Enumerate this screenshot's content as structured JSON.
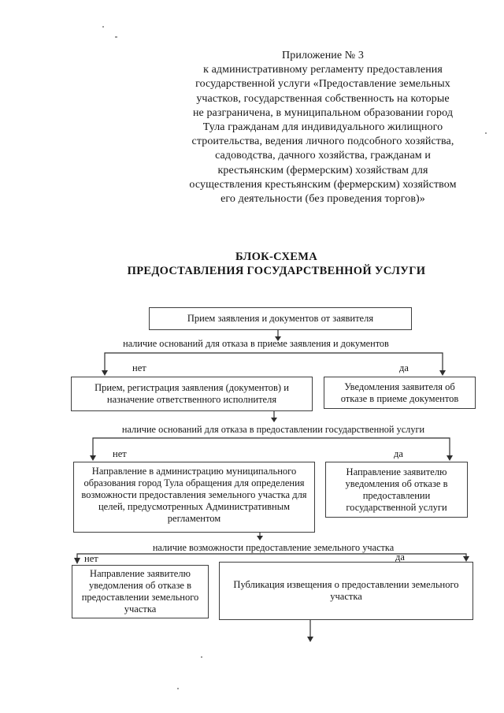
{
  "header": {
    "appendix_lines": [
      "Приложение № 3",
      "к административному регламенту предоставления",
      "государственной услуги «Предоставление земельных",
      "участков, государственная собственность на которые",
      "не разграничена, в муниципальном образовании город",
      "Тула гражданам для индивидуального жилищного",
      "строительства, ведения личного подсобного хозяйства,",
      "садоводства, дачного хозяйства, гражданам и",
      "крестьянским (фермерским) хозяйствам для",
      "осуществления крестьянским (фермерским) хозяйством",
      "его деятельности (без проведения торгов)»"
    ]
  },
  "title": {
    "line1": "БЛОК-СХЕМА",
    "line2": "ПРЕДОСТАВЛЕНИЯ ГОСУДАРСТВЕННОЙ УСЛУГИ"
  },
  "flow": {
    "labels": {
      "no": "нет",
      "yes": "да"
    },
    "decisions": {
      "d1": "наличие оснований для отказа в приеме заявления и документов",
      "d2": "наличие оснований для отказа в предоставлении государственной услуги",
      "d3": "наличие возможности предоставление земельного участка"
    },
    "boxes": {
      "start": "Прием заявления и документов от заявителя",
      "register": "Прием, регистрация заявления (документов) и назначение ответственного исполнителя",
      "refuse_docs": "Уведомления заявителя об отказе в приеме документов",
      "send_to_admin": "Направление в администрацию муниципального образования город Тула обращения для определения возможности предоставления земельного участка для целей, предусмотренных Административным регламентом",
      "refuse_service": "Направление заявителю уведомления об отказе в предоставлении государственной услуги",
      "refuse_land": "Направление заявителю уведомления об отказе в предоставлении земельного участка",
      "publish": "Публикация извещения о предоставлении земельного участка"
    },
    "colors": {
      "ink": "#2e2e2e",
      "box_border": "#3e3e3e"
    }
  }
}
